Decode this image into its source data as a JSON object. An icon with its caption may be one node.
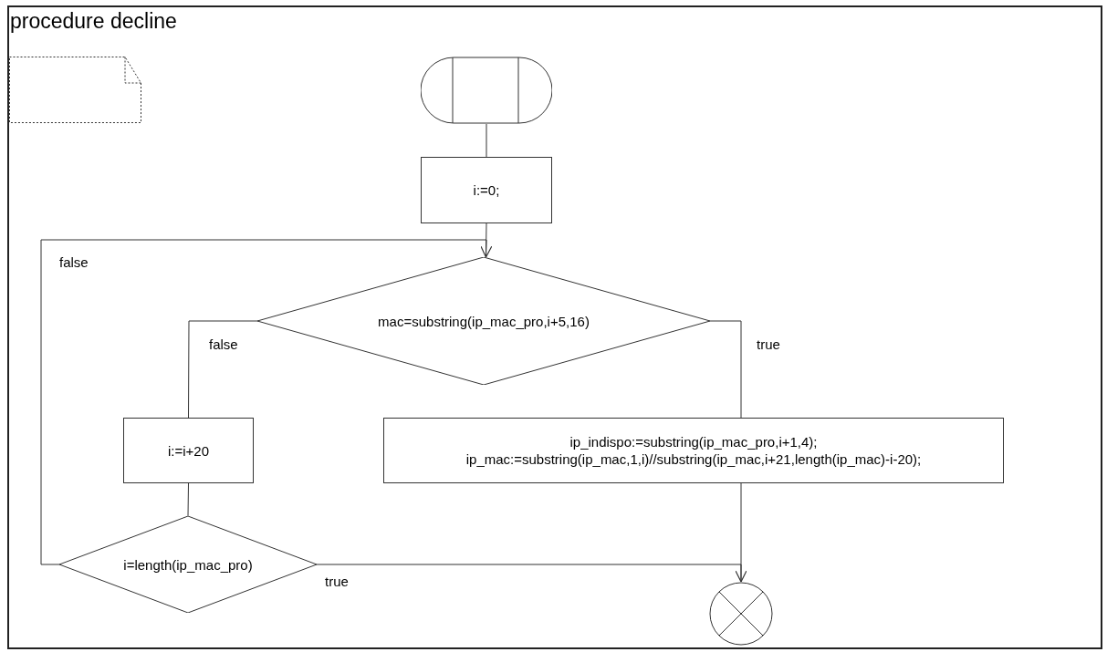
{
  "diagram": {
    "title": "procedure decline",
    "nodes": [
      {
        "text": [],
        "shape": "note"
      },
      {
        "text": [],
        "shape": "terminal"
      },
      {
        "text": [
          "i:=0;"
        ]
      },
      {
        "text": [
          "mac=substring(ip_mac_pro,i+5,16)"
        ]
      },
      {
        "text": [
          "i:=i+20"
        ]
      },
      {
        "text": [
          "ip_indispo:=substring(ip_mac_pro,i+1,4);",
          "ip_mac:=substring(ip_mac,1,i)//substring(ip_mac,i+21,length(ip_mac)-i-20);"
        ]
      },
      {
        "text": [
          "i=length(ip_mac_pro)"
        ]
      },
      {
        "text": [],
        "shape": "circle"
      }
    ],
    "edges": [
      {
        "from": 1,
        "to": 2,
        "arrow": "none"
      },
      {
        "from": 2,
        "to": 3,
        "arrow": "none"
      },
      {
        "from": 3,
        "to": 4,
        "arrow": "none",
        "label": "false"
      },
      {
        "from": 3,
        "to": 5,
        "arrow": "none",
        "label": "true"
      },
      {
        "from": 4,
        "to": 6,
        "arrow": "none"
      },
      {
        "from": 6,
        "to": 3,
        "arrow": "to",
        "label": "false"
      },
      {
        "from": 6,
        "to": 7,
        "arrow": "to",
        "label": "true"
      },
      {
        "from": 5,
        "to": 7,
        "arrow": "none"
      }
    ]
  }
}
